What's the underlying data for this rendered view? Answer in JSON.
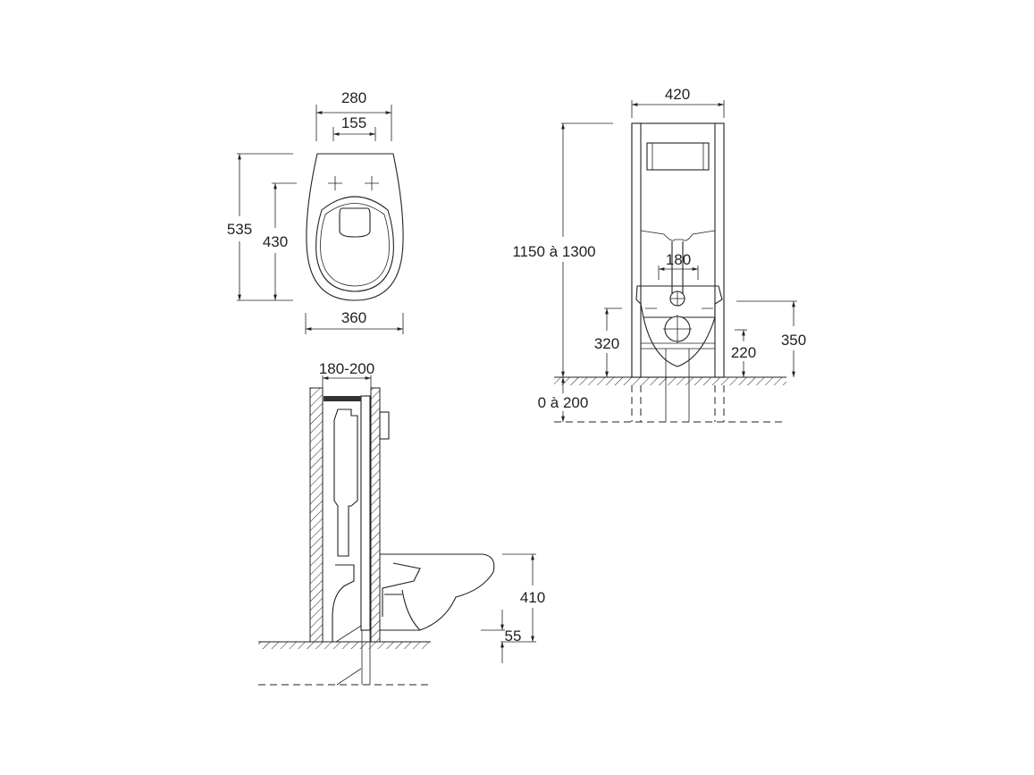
{
  "top_view": {
    "dims": {
      "width_outer": "280",
      "width_holes": "155",
      "length": "535",
      "length_holes": "430",
      "bowl_width": "360"
    }
  },
  "side_view": {
    "dims": {
      "wall_depth": "180-200",
      "bowl_height": "410",
      "bowl_clearance": "55"
    }
  },
  "front_view": {
    "dims": {
      "frame_width": "420",
      "frame_height": "1150 à 1300",
      "floor_offset": "0 à 200",
      "connection_spacing": "180",
      "inlet_height": "320",
      "outlet_height": "220",
      "mount_height": "350"
    }
  }
}
